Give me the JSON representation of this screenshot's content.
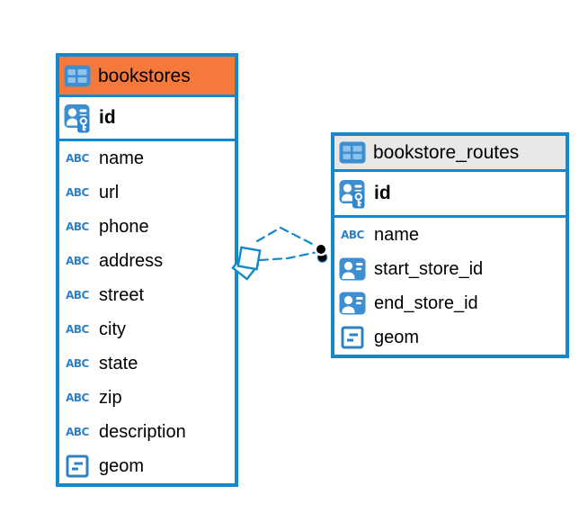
{
  "colors": {
    "accent_blue": "#1389cb",
    "bookstores_header_orange": "#f5793b",
    "routes_header_gray": "#e8e8e8",
    "icon_fill_blue": "#3e8fd2",
    "type_icon_blue": "#2e81c5",
    "text_color": "#000000"
  },
  "icons": {
    "text_type_label": "ABC"
  },
  "tables": [
    {
      "title": "bookstores",
      "header_style": "orange",
      "pk": {
        "label": "id",
        "icon": "primary-key-icon"
      },
      "columns": [
        {
          "label": "name",
          "type": "text"
        },
        {
          "label": "url",
          "type": "text"
        },
        {
          "label": "phone",
          "type": "text"
        },
        {
          "label": "address",
          "type": "text"
        },
        {
          "label": "street",
          "type": "text"
        },
        {
          "label": "city",
          "type": "text"
        },
        {
          "label": "state",
          "type": "text"
        },
        {
          "label": "zip",
          "type": "text"
        },
        {
          "label": "description",
          "type": "text"
        },
        {
          "label": "geom",
          "type": "geometry"
        }
      ]
    },
    {
      "title": "bookstore_routes",
      "header_style": "gray",
      "pk": {
        "label": "id",
        "icon": "primary-key-icon"
      },
      "columns": [
        {
          "label": "name",
          "type": "text"
        },
        {
          "label": "start_store_id",
          "type": "reference"
        },
        {
          "label": "end_store_id",
          "type": "reference"
        },
        {
          "label": "geom",
          "type": "geometry"
        }
      ]
    }
  ],
  "relationship": {
    "line_style": "dashed",
    "source_table": "bookstores",
    "target_table": "bookstore_routes",
    "source_marker": "diamond-marker",
    "target_marker": "dot-marker"
  }
}
